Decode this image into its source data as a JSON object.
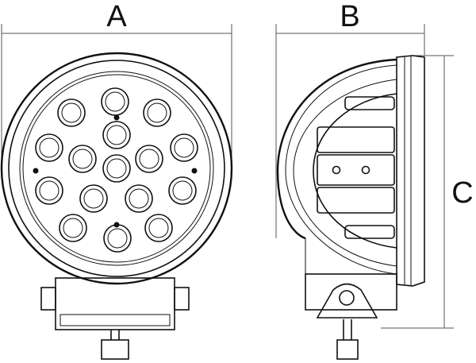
{
  "dimensions": {
    "width_label": "A",
    "depth_label": "B",
    "height_label": "C"
  }
}
